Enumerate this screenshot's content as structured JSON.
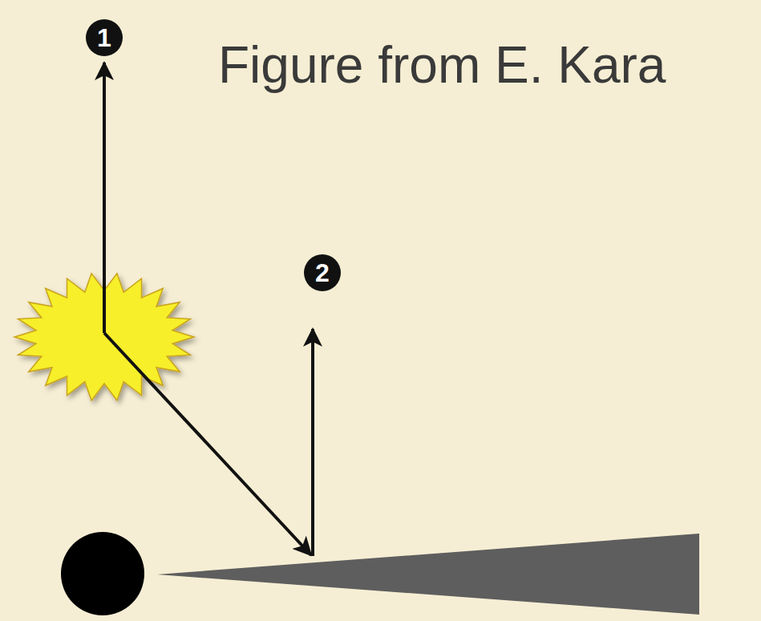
{
  "diagram": {
    "labels": [
      "Figure from E. Kara",
      "1",
      "2"
    ]
  }
}
